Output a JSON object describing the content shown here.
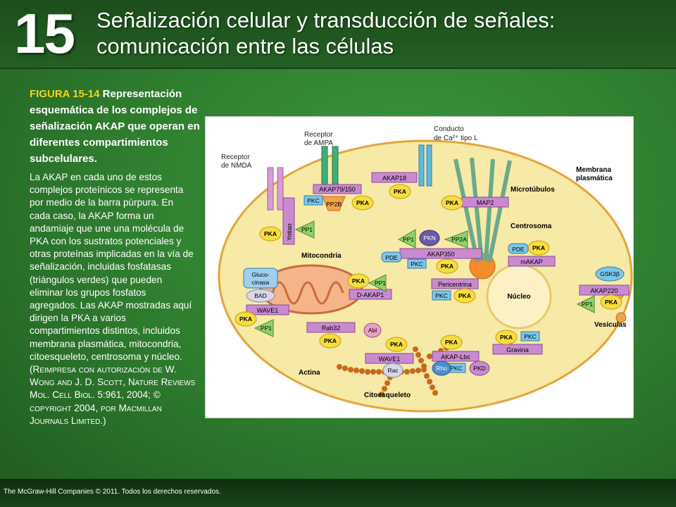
{
  "header": {
    "chapter_number": "15",
    "title_line1": "Señalización celular y transducción de señales:",
    "title_line2": "comunicación entre las células"
  },
  "caption": {
    "figure_label": "FIGURA 15-14",
    "figure_title": "Representación esquemática de los complejos de señalización AKAP que operan en diferentes compartimientos subcelulares.",
    "body": "La AKAP en cada uno de estos complejos proteínicos se representa por medio de la barra púrpura. En cada caso, la AKAP forma un andamiaje que une una molécula de PKA con los sustratos potenciales y otras proteínas implicadas en la vía de señalización, incluidas fosfatasas (triángulos verdes) que pueden eliminar los grupos fosfatos agregados. Las AKAP mostradas aquí dirigen la PKA a varios compartimientos distintos, incluidos membrana plasmática, mitocondria, citoesqueleto, centrosoma y núcleo.",
    "credit": "(Reimpresa con autorización de W. Wong and J. D. Scott, Nature Reviews Mol. Cell Biol. 5:961, 2004; © copyright 2004, por Macmillan Journals Limited.)"
  },
  "footer": {
    "copyright": "The McGraw-Hill Companies © 2011. Todos los derechos reservados."
  },
  "diagram": {
    "receptor_nmda": [
      "Receptor",
      "de NMDA"
    ],
    "receptor_ampa": [
      "Receptor",
      "de AMPA"
    ],
    "ca_channel": [
      "Conducto",
      "de Ca²⁺ tipo L"
    ],
    "membrane": [
      "Membrana",
      "plasmática"
    ],
    "microtubules": "Microtúbulos",
    "centrosome": "Centrosoma",
    "mitochondria": "Mitocondria",
    "nucleus": "Núcleo",
    "vesicles": "Vesículas",
    "actin": "Actina",
    "cytoskeleton": "Citoesqueleto",
    "yotiao": "Yotiao",
    "akap18": "AKAP18",
    "akap79": "AKAP79/150",
    "map2": "MAP2",
    "akap350": "AKAP350",
    "makap": "mAKAP",
    "akap220": "AKAP220",
    "dakap1": "D-AKAP1",
    "pericentrina": "Pericentrina",
    "wave1": "WAVE1",
    "rab32": "Rab32",
    "akaplbc": "AKAP-Lbc",
    "gravina": "Gravina",
    "gluco": [
      "Gluco-",
      "cinasa"
    ],
    "bad": "BAD",
    "abl": "Abl",
    "rac": "Rac",
    "rho": "Rho",
    "pkd": "PKD",
    "pkn": "PKN",
    "gsk3": "GSK3β",
    "pka": "PKA",
    "pkc": "PKC",
    "pde": "PDE",
    "pp1": "PP1",
    "pp2a": "PP2A",
    "pp2b": "PP2B"
  }
}
